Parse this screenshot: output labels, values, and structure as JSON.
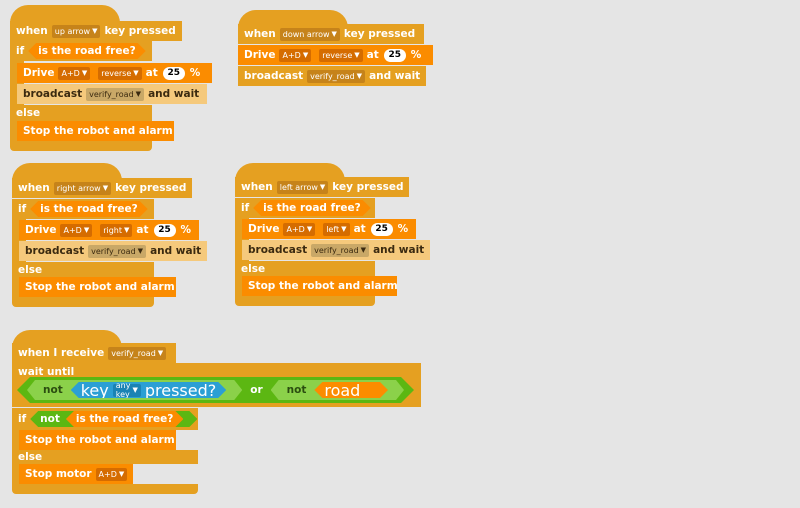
{
  "labels": {
    "when": "when",
    "key_pressed": "key pressed",
    "if": "if",
    "else": "else",
    "road_free": "is the road free?",
    "drive": "Drive",
    "at": "at",
    "percent": "%",
    "broadcast": "broadcast",
    "and_wait": "and wait",
    "stop_alarm": "Stop the robot and alarm",
    "when_receive": "when I receive",
    "wait_until": "wait until",
    "not": "not",
    "key": "key",
    "pressed": "pressed?",
    "or": "or",
    "stop_motor": "Stop motor"
  },
  "scripts": {
    "up": {
      "key": "up arrow",
      "motors": "A+D",
      "direction": "reverse",
      "speed": "25",
      "message": "verify_road"
    },
    "down": {
      "key": "down arrow",
      "motors": "A+D",
      "direction": "reverse",
      "speed": "25",
      "message": "verify_road"
    },
    "right": {
      "key": "right arrow",
      "motors": "A+D",
      "direction": "right",
      "speed": "25",
      "message": "verify_road"
    },
    "left": {
      "key": "left arrow",
      "motors": "A+D",
      "direction": "left",
      "speed": "25",
      "message": "verify_road"
    },
    "receive": {
      "message": "verify_road",
      "any_key": "any key",
      "motors": "A+D"
    }
  },
  "colors": {
    "control": "#e5a021",
    "motor": "#fb8c00",
    "broadcast": "#f5c97c",
    "operator": "#5cb712",
    "sensing": "#2b9fd4"
  },
  "icons": {
    "dropdown": "triangle-down-icon"
  }
}
